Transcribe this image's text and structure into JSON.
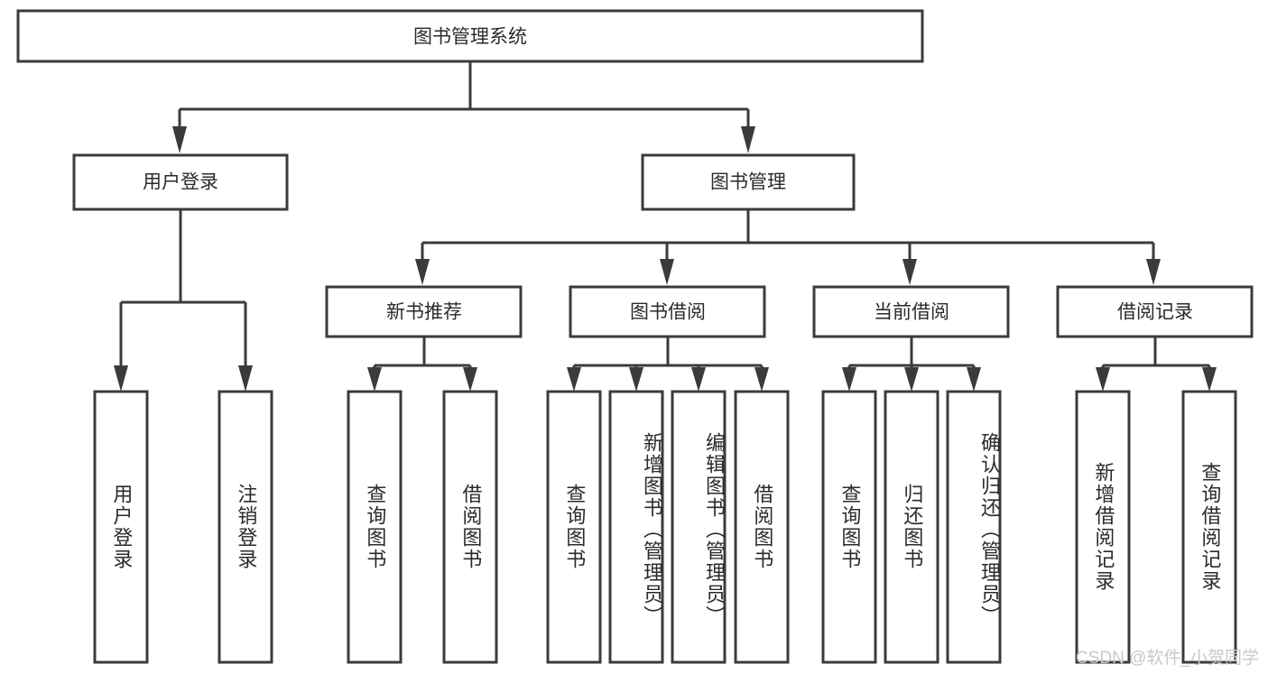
{
  "diagram": {
    "title": "图书管理系统",
    "type": "hierarchy-tree",
    "root": {
      "label": "图书管理系统"
    },
    "level2": [
      {
        "label": "用户登录"
      },
      {
        "label": "图书管理"
      }
    ],
    "level3": [
      {
        "label": "新书推荐"
      },
      {
        "label": "图书借阅"
      },
      {
        "label": "当前借阅"
      },
      {
        "label": "借阅记录"
      }
    ],
    "leaves": [
      {
        "label": "用户登录",
        "parent": "用户登录"
      },
      {
        "label": "注销登录",
        "parent": "用户登录"
      },
      {
        "label": "查询图书",
        "parent": "新书推荐"
      },
      {
        "label": "借阅图书",
        "parent": "新书推荐"
      },
      {
        "label": "查询图书",
        "parent": "图书借阅"
      },
      {
        "label": "新增图书（管理员）",
        "parent": "图书借阅"
      },
      {
        "label": "编辑图书（管理员）",
        "parent": "图书借阅"
      },
      {
        "label": "借阅图书",
        "parent": "图书借阅"
      },
      {
        "label": "查询图书",
        "parent": "当前借阅"
      },
      {
        "label": "归还图书",
        "parent": "当前借阅"
      },
      {
        "label": "确认归还（管理员）",
        "parent": "当前借阅"
      },
      {
        "label": "新增借阅记录",
        "parent": "借阅记录"
      },
      {
        "label": "查询借阅记录",
        "parent": "借阅记录"
      }
    ]
  },
  "watermark": {
    "text": "CSDN @软件_小贺同学"
  },
  "colors": {
    "stroke": "#3b3b3b",
    "fill": "#ffffff",
    "text": "#2b2b2b",
    "watermark": "#c9c9c9"
  }
}
